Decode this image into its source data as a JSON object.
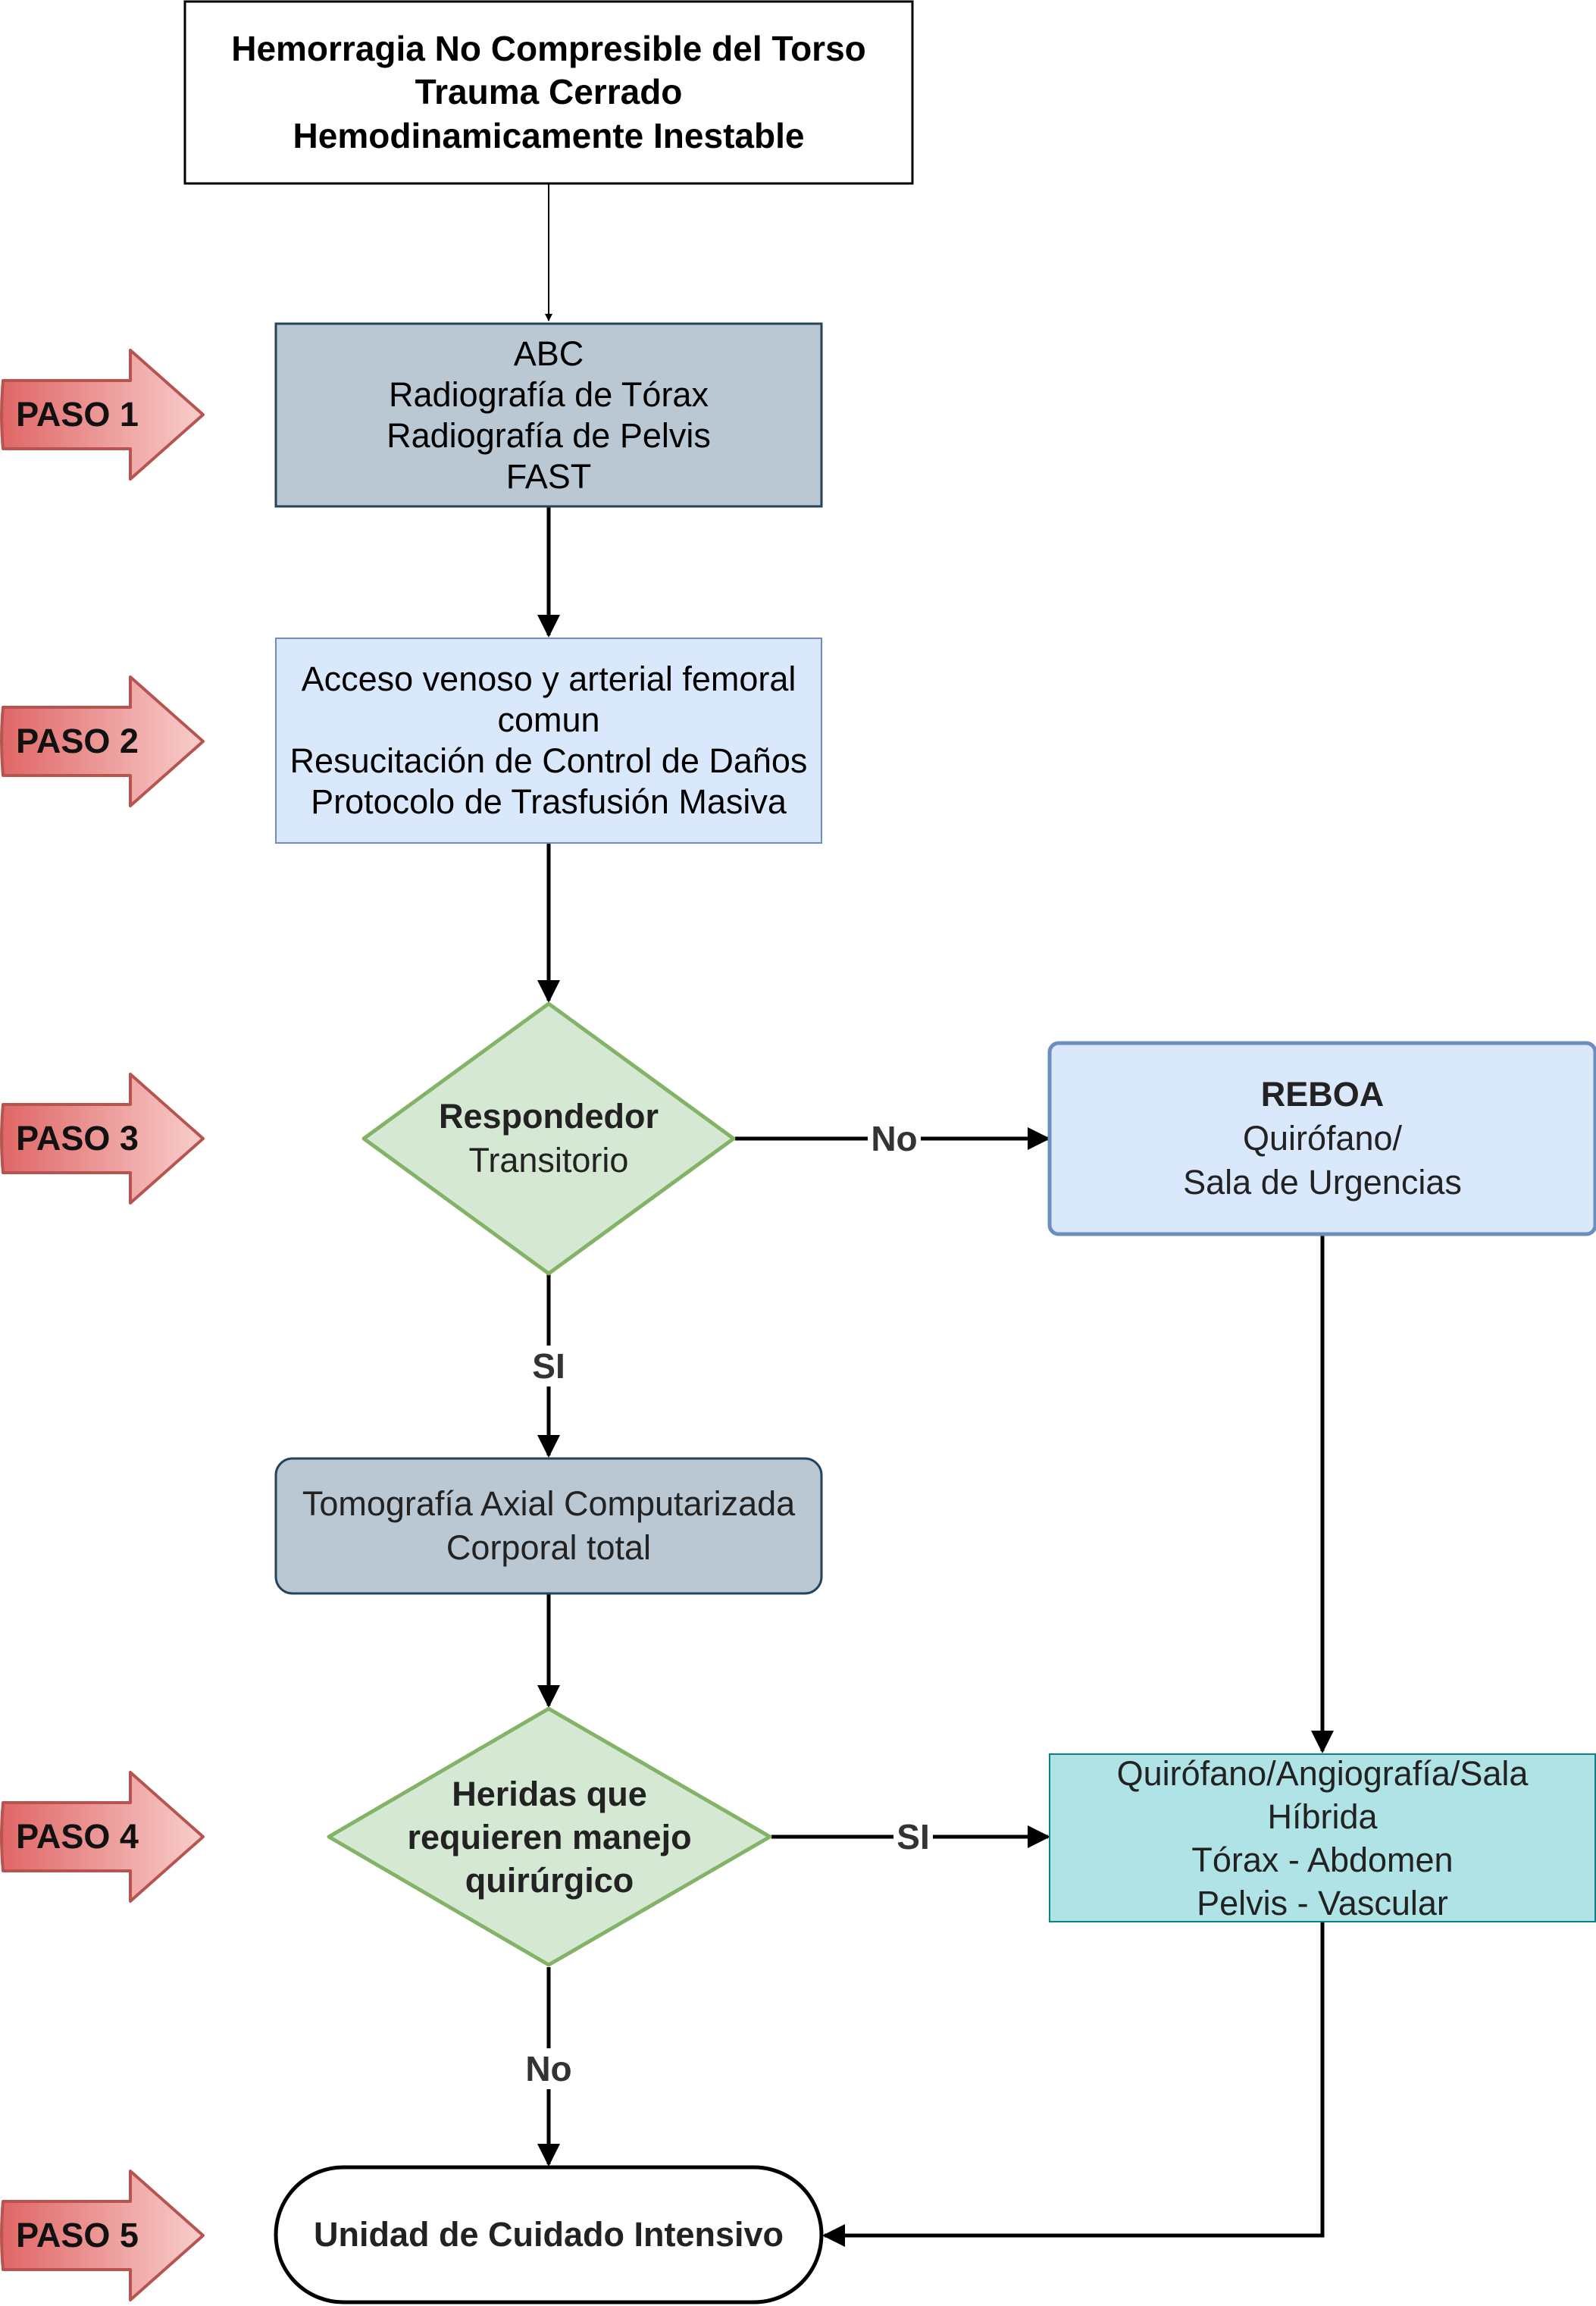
{
  "nodes": {
    "start": {
      "lines": [
        "Hemorragia No Compresible del Torso",
        "Trauma Cerrado",
        "Hemodinamicamente Inestable"
      ]
    },
    "step1": {
      "lines": [
        "ABC",
        "Radiografía de Tórax",
        "Radiografía de Pelvis",
        "FAST"
      ]
    },
    "step2": {
      "lines": [
        "Acceso venoso y arterial femoral",
        "comun",
        "Resucitación de Control de Daños",
        "Protocolo de Trasfusión Masiva"
      ]
    },
    "decision1": {
      "lines": [
        "Respondedor",
        "Transitorio"
      ]
    },
    "reboa": {
      "title": "REBOA",
      "lines": [
        "Quirófano/",
        "Sala de Urgencias"
      ]
    },
    "tac": {
      "lines": [
        "Tomografía Axial Computarizada",
        "Corporal total"
      ]
    },
    "decision2": {
      "lines": [
        "Heridas que",
        "requieren manejo",
        "quirúrgico"
      ]
    },
    "surgery": {
      "lines": [
        "Quirófano/Angiografía/Sala",
        "Híbrida",
        "Tórax - Abdomen",
        "Pelvis - Vascular"
      ]
    },
    "icu": {
      "label": "Unidad de Cuidado Intensivo"
    }
  },
  "steps": [
    "PASO 1",
    "PASO 2",
    "PASO 3",
    "PASO 4",
    "PASO 5"
  ],
  "edge_labels": {
    "d1_no": "No",
    "d1_si": "SI",
    "d2_si": "SI",
    "d2_no": "No"
  },
  "colors": {
    "gray_fill": "#bac8d3",
    "gray_stroke": "#23445d",
    "blue_fill": "#dae8fc",
    "blue_stroke": "#6c8ebf",
    "green_fill": "#d5e8d4",
    "green_stroke": "#82b366",
    "teal_fill": "#b0e3e6",
    "teal_stroke": "#0e8088",
    "arrow_dark": "#e06666",
    "arrow_light": "#f8cecc",
    "arrow_stroke": "#b85450"
  }
}
